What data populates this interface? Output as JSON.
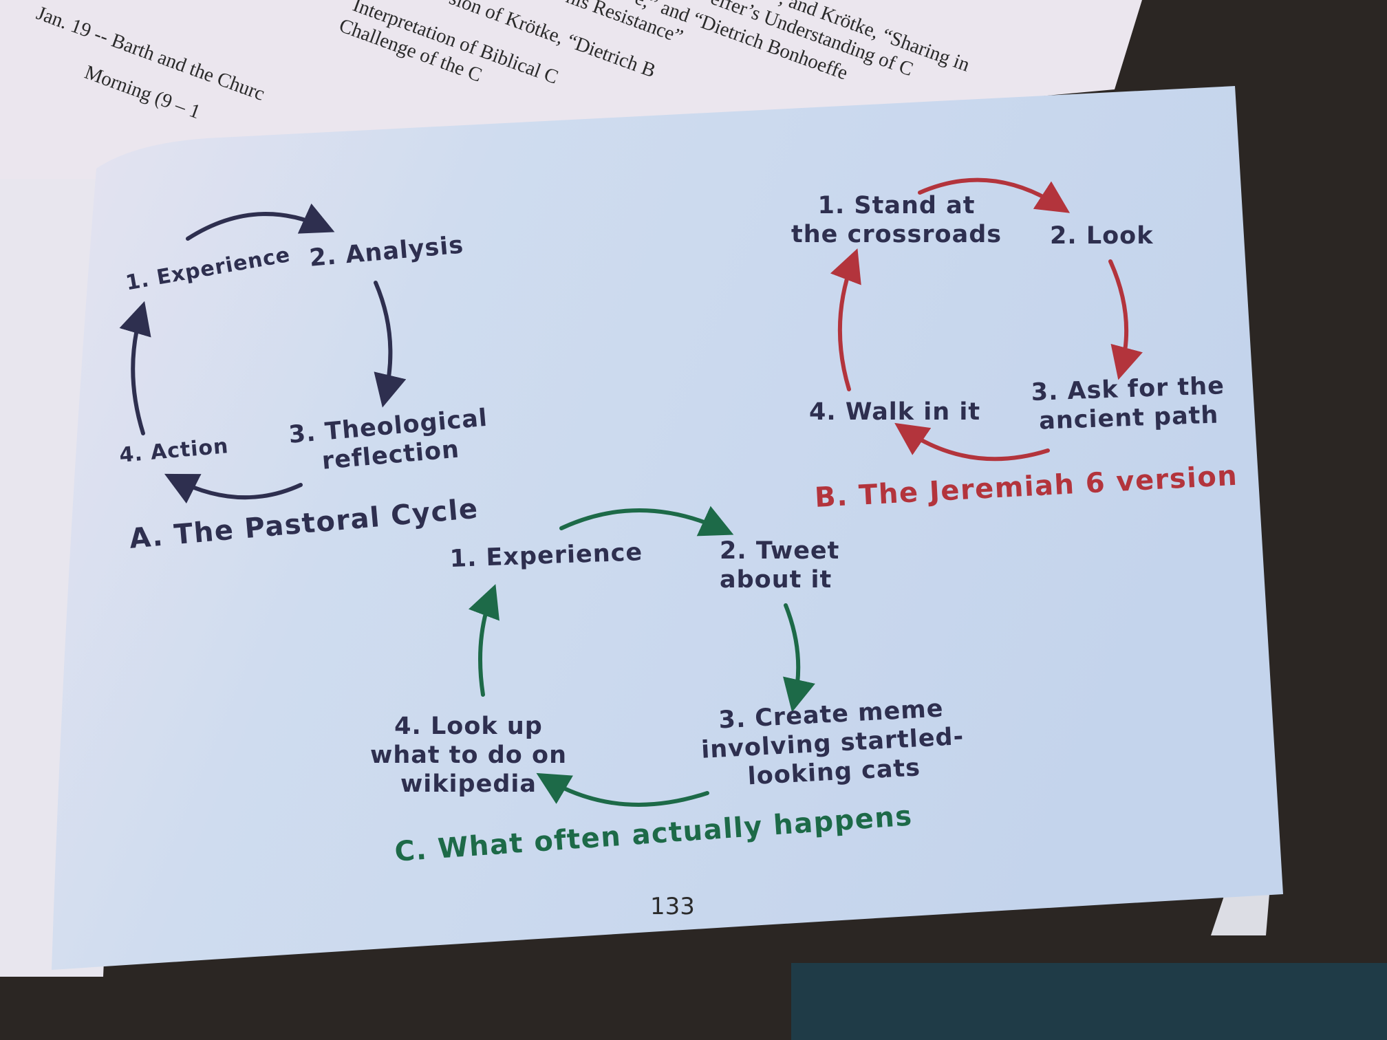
{
  "background_papers": {
    "lines": [
      "Jan. 19 -- Barth and the Churc",
      "Morning (9 – 1",
      "Challenge of the C",
      "Interpretation of Biblical C",
      "sion of Krötke, “Dietrich B",
      "his Resistance”",
      "e,” and “Dietrich Bonhoeffe",
      "effer’s Understanding of C",
      ", and Krötke, “Sharing in"
    ]
  },
  "diagram_a": {
    "color": "#2e2f4f",
    "steps": [
      "1. Experience",
      "2. Analysis",
      "3. Theological\nreflection",
      "4. Action"
    ],
    "caption": "A. The Pastoral Cycle"
  },
  "diagram_b": {
    "color": "#b3343c",
    "steps": [
      "1. Stand at\nthe crossroads",
      "2. Look",
      "3. Ask for the\nancient path",
      "4. Walk in it"
    ],
    "caption": "B. The Jeremiah 6 version"
  },
  "diagram_c": {
    "color": "#1d6a48",
    "steps": [
      "1. Experience",
      "2. Tweet\nabout it",
      "3. Create meme\ninvolving startled-\nlooking cats",
      "4. Look up\nwhat to do on\nwikipedia"
    ],
    "caption": "C. What often actually happens"
  },
  "page_number": "133"
}
